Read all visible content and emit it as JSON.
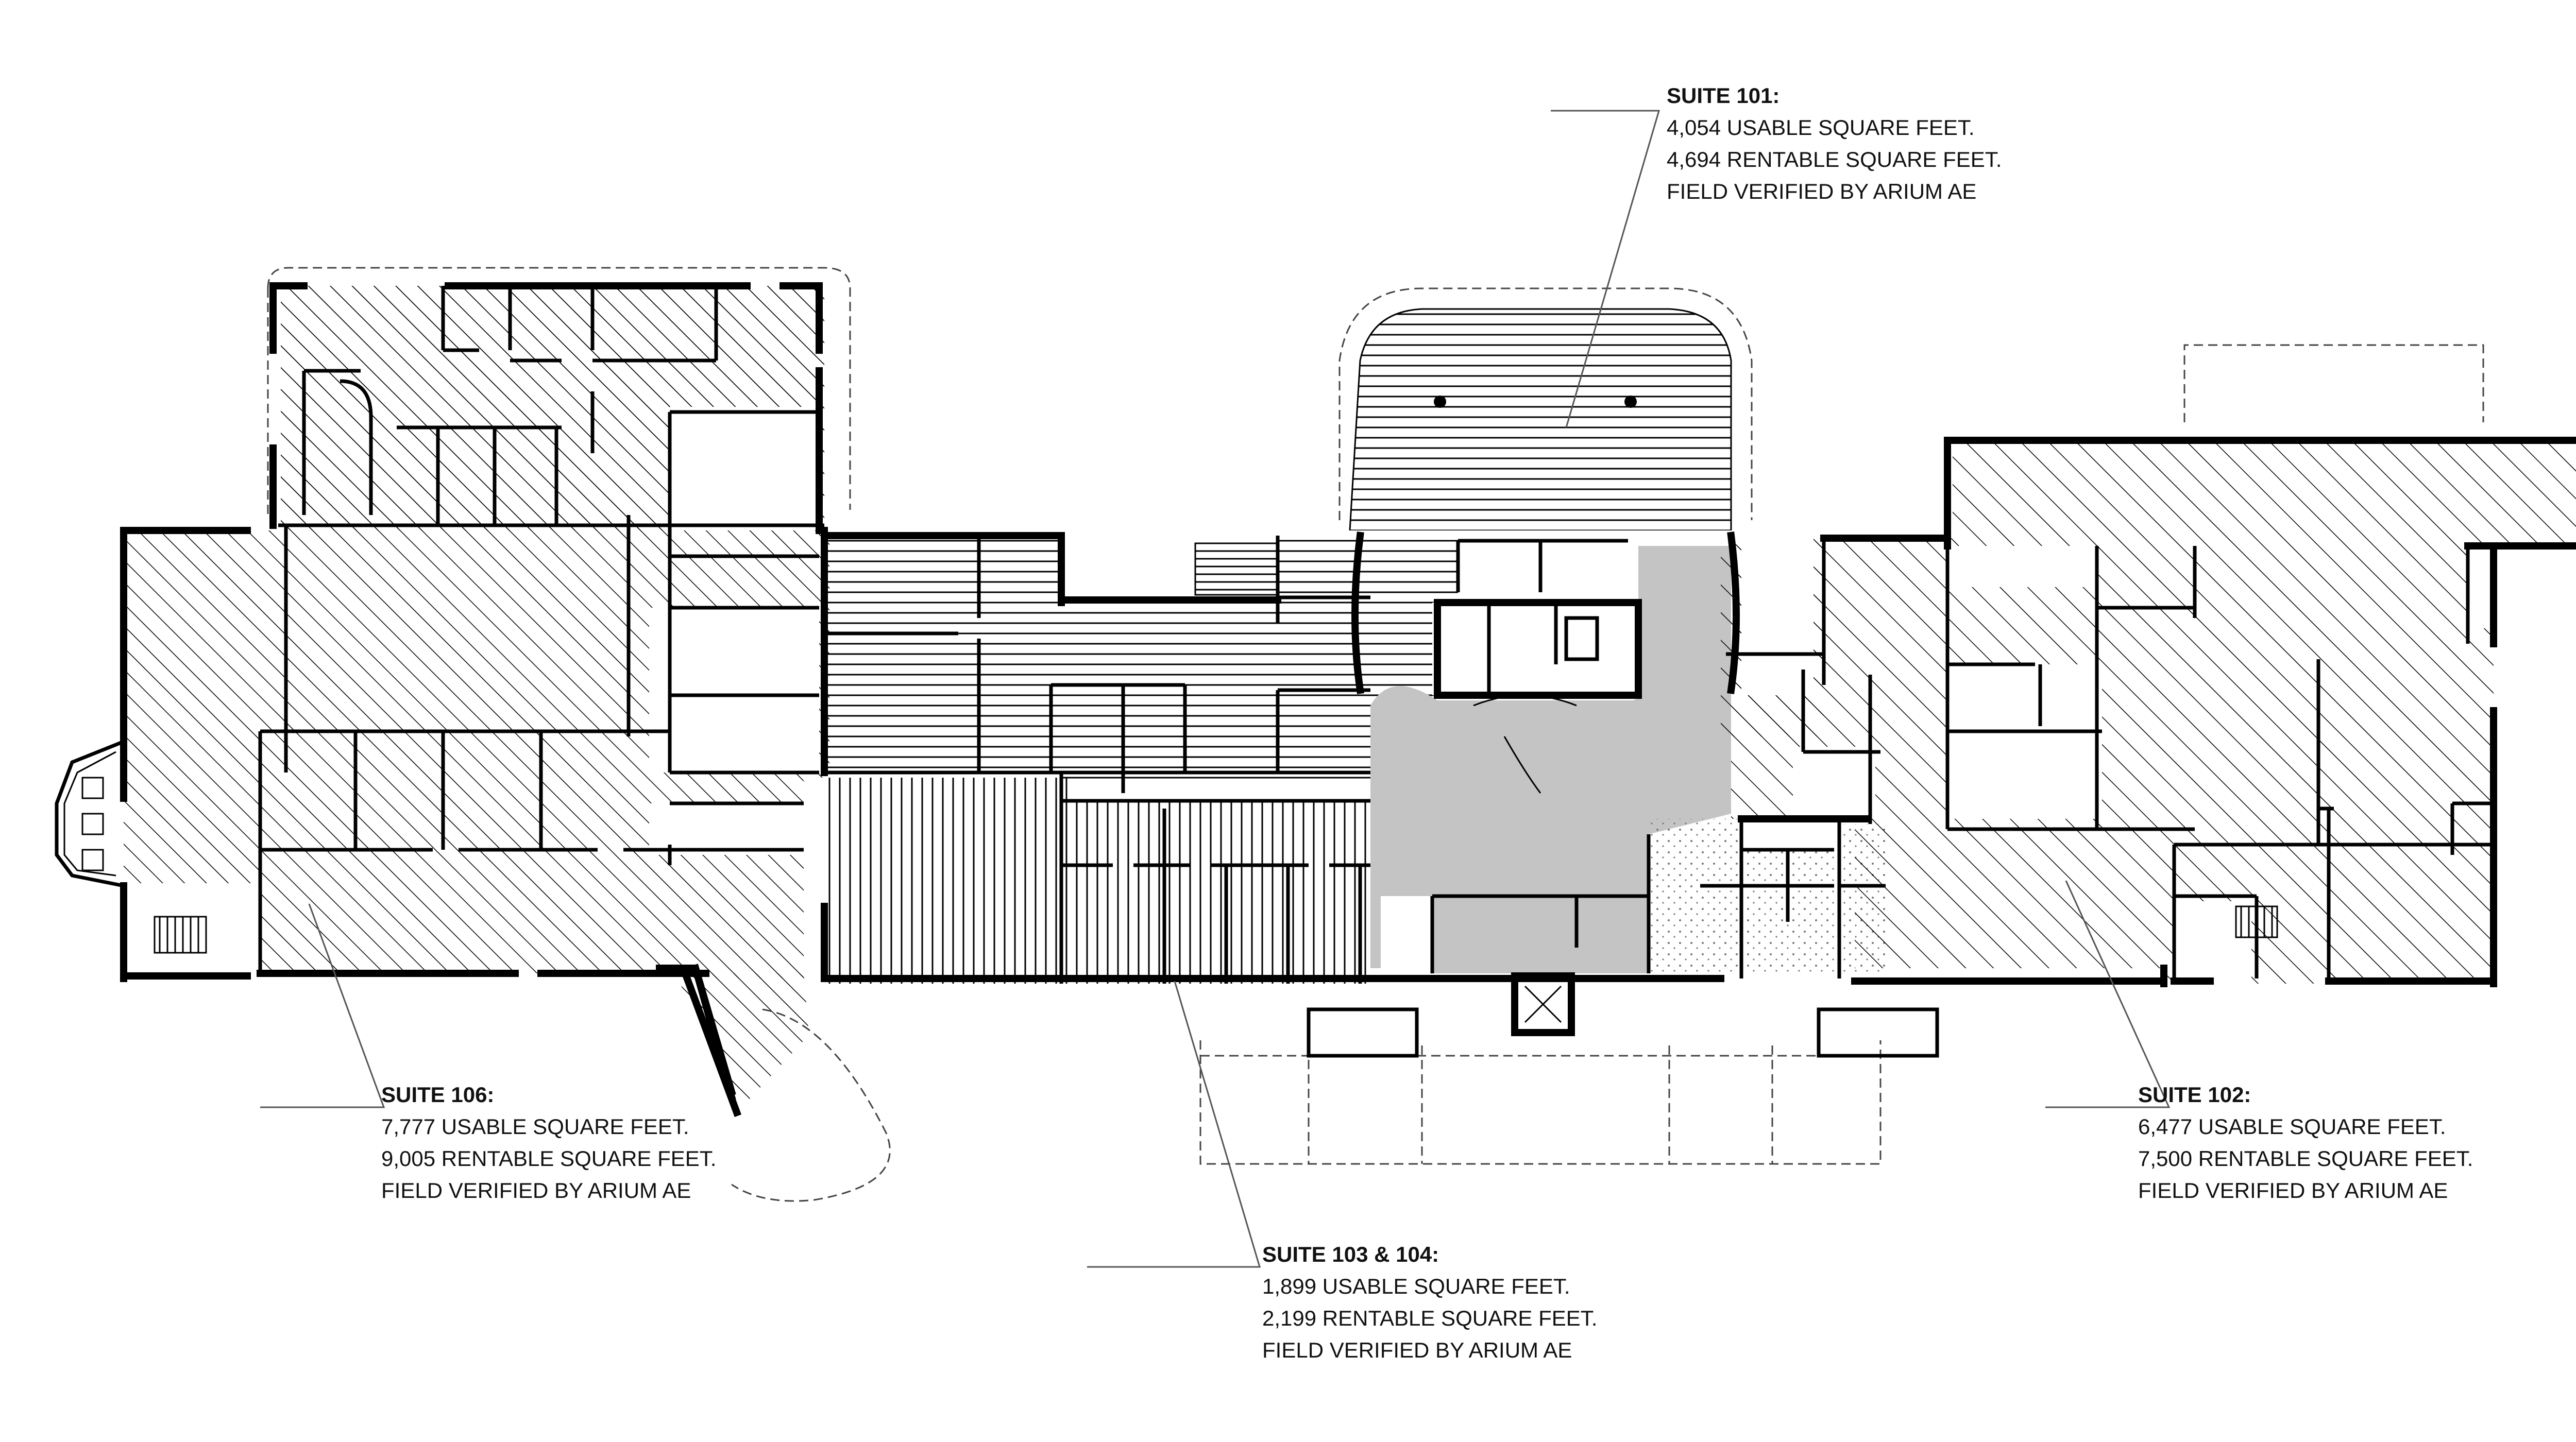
{
  "suites": [
    {
      "id": "101",
      "title": "SUITE 101:",
      "usable": "4,054 USABLE SQUARE FEET.",
      "rentable": "4,694 RENTABLE SQUARE FEET.",
      "verified": "FIELD VERIFIED BY ARIUM AE",
      "hatch": "horizontal"
    },
    {
      "id": "106",
      "title": "SUITE 106:",
      "usable": "7,777 USABLE SQUARE FEET.",
      "rentable": "9,005 RENTABLE SQUARE FEET.",
      "verified": "FIELD VERIFIED BY ARIUM AE",
      "hatch": "diagonal-dense"
    },
    {
      "id": "102",
      "title": "SUITE 102:",
      "usable": "6,477 USABLE SQUARE FEET.",
      "rentable": "7,500 RENTABLE SQUARE FEET.",
      "verified": "FIELD VERIFIED BY ARIUM AE",
      "hatch": "diagonal-sparse"
    },
    {
      "id": "103-104",
      "title": "SUITE 103 & 104:",
      "usable": "1,899 USABLE SQUARE FEET.",
      "rentable": "2,199 RENTABLE SQUARE FEET.",
      "verified": "FIELD VERIFIED BY ARIUM AE",
      "hatch": "vertical"
    }
  ],
  "common_area": {
    "fill": "#c4c4c4"
  },
  "colors": {
    "line": "#000000",
    "background": "#ffffff"
  }
}
